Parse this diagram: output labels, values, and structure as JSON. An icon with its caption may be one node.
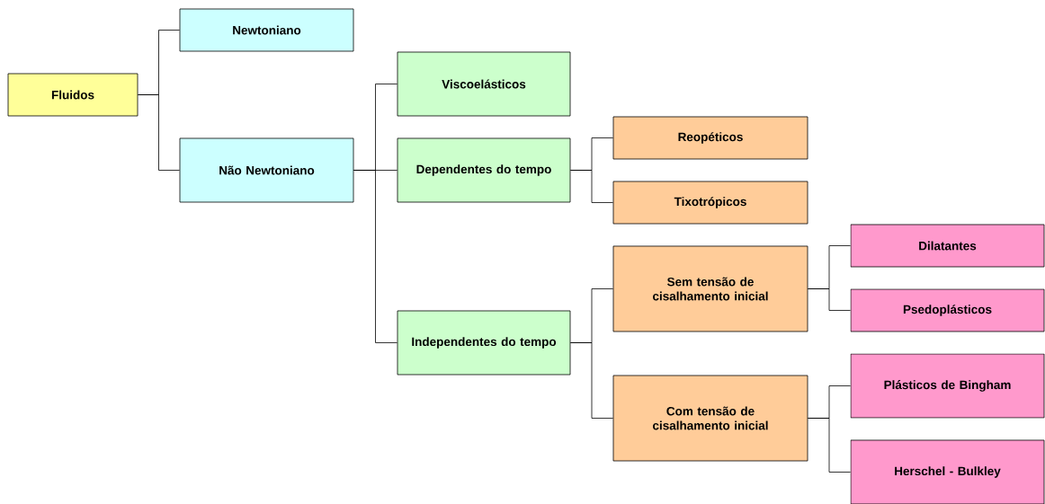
{
  "diagram": {
    "nodes": [
      {
        "text": [
          "Fluidos"
        ]
      },
      {
        "text": [
          "Newtoniano"
        ]
      },
      {
        "text": [
          "Não Newtoniano"
        ]
      },
      {
        "text": [
          "Viscoelásticos"
        ]
      },
      {
        "text": [
          "Dependentes do tempo"
        ]
      },
      {
        "text": [
          "Independentes do tempo"
        ]
      },
      {
        "text": [
          "Reopéticos"
        ]
      },
      {
        "text": [
          "Tixotrópicos"
        ]
      },
      {
        "text": [
          "Sem tensão de cisalhamento inicial"
        ]
      },
      {
        "text": [
          "Com tensão de cisalhamento inicial"
        ]
      },
      {
        "text": [
          "Dilatantes"
        ]
      },
      {
        "text": [
          "Psedoplásticos"
        ]
      },
      {
        "text": [
          "Plásticos de Bingham"
        ]
      },
      {
        "text": [
          "Herschel - Bulkley"
        ]
      }
    ],
    "edges": [
      {
        "from": 0,
        "to": 1,
        "arrow": "none"
      },
      {
        "from": 0,
        "to": 2,
        "arrow": "none"
      },
      {
        "from": 2,
        "to": 3,
        "arrow": "none"
      },
      {
        "from": 2,
        "to": 4,
        "arrow": "none"
      },
      {
        "from": 2,
        "to": 5,
        "arrow": "none"
      },
      {
        "from": 4,
        "to": 6,
        "arrow": "none"
      },
      {
        "from": 4,
        "to": 7,
        "arrow": "none"
      },
      {
        "from": 5,
        "to": 8,
        "arrow": "none"
      },
      {
        "from": 5,
        "to": 9,
        "arrow": "none"
      },
      {
        "from": 8,
        "to": 10,
        "arrow": "none"
      },
      {
        "from": 8,
        "to": 11,
        "arrow": "none"
      },
      {
        "from": 9,
        "to": 12,
        "arrow": "none"
      },
      {
        "from": 9,
        "to": 13,
        "arrow": "none"
      }
    ]
  }
}
